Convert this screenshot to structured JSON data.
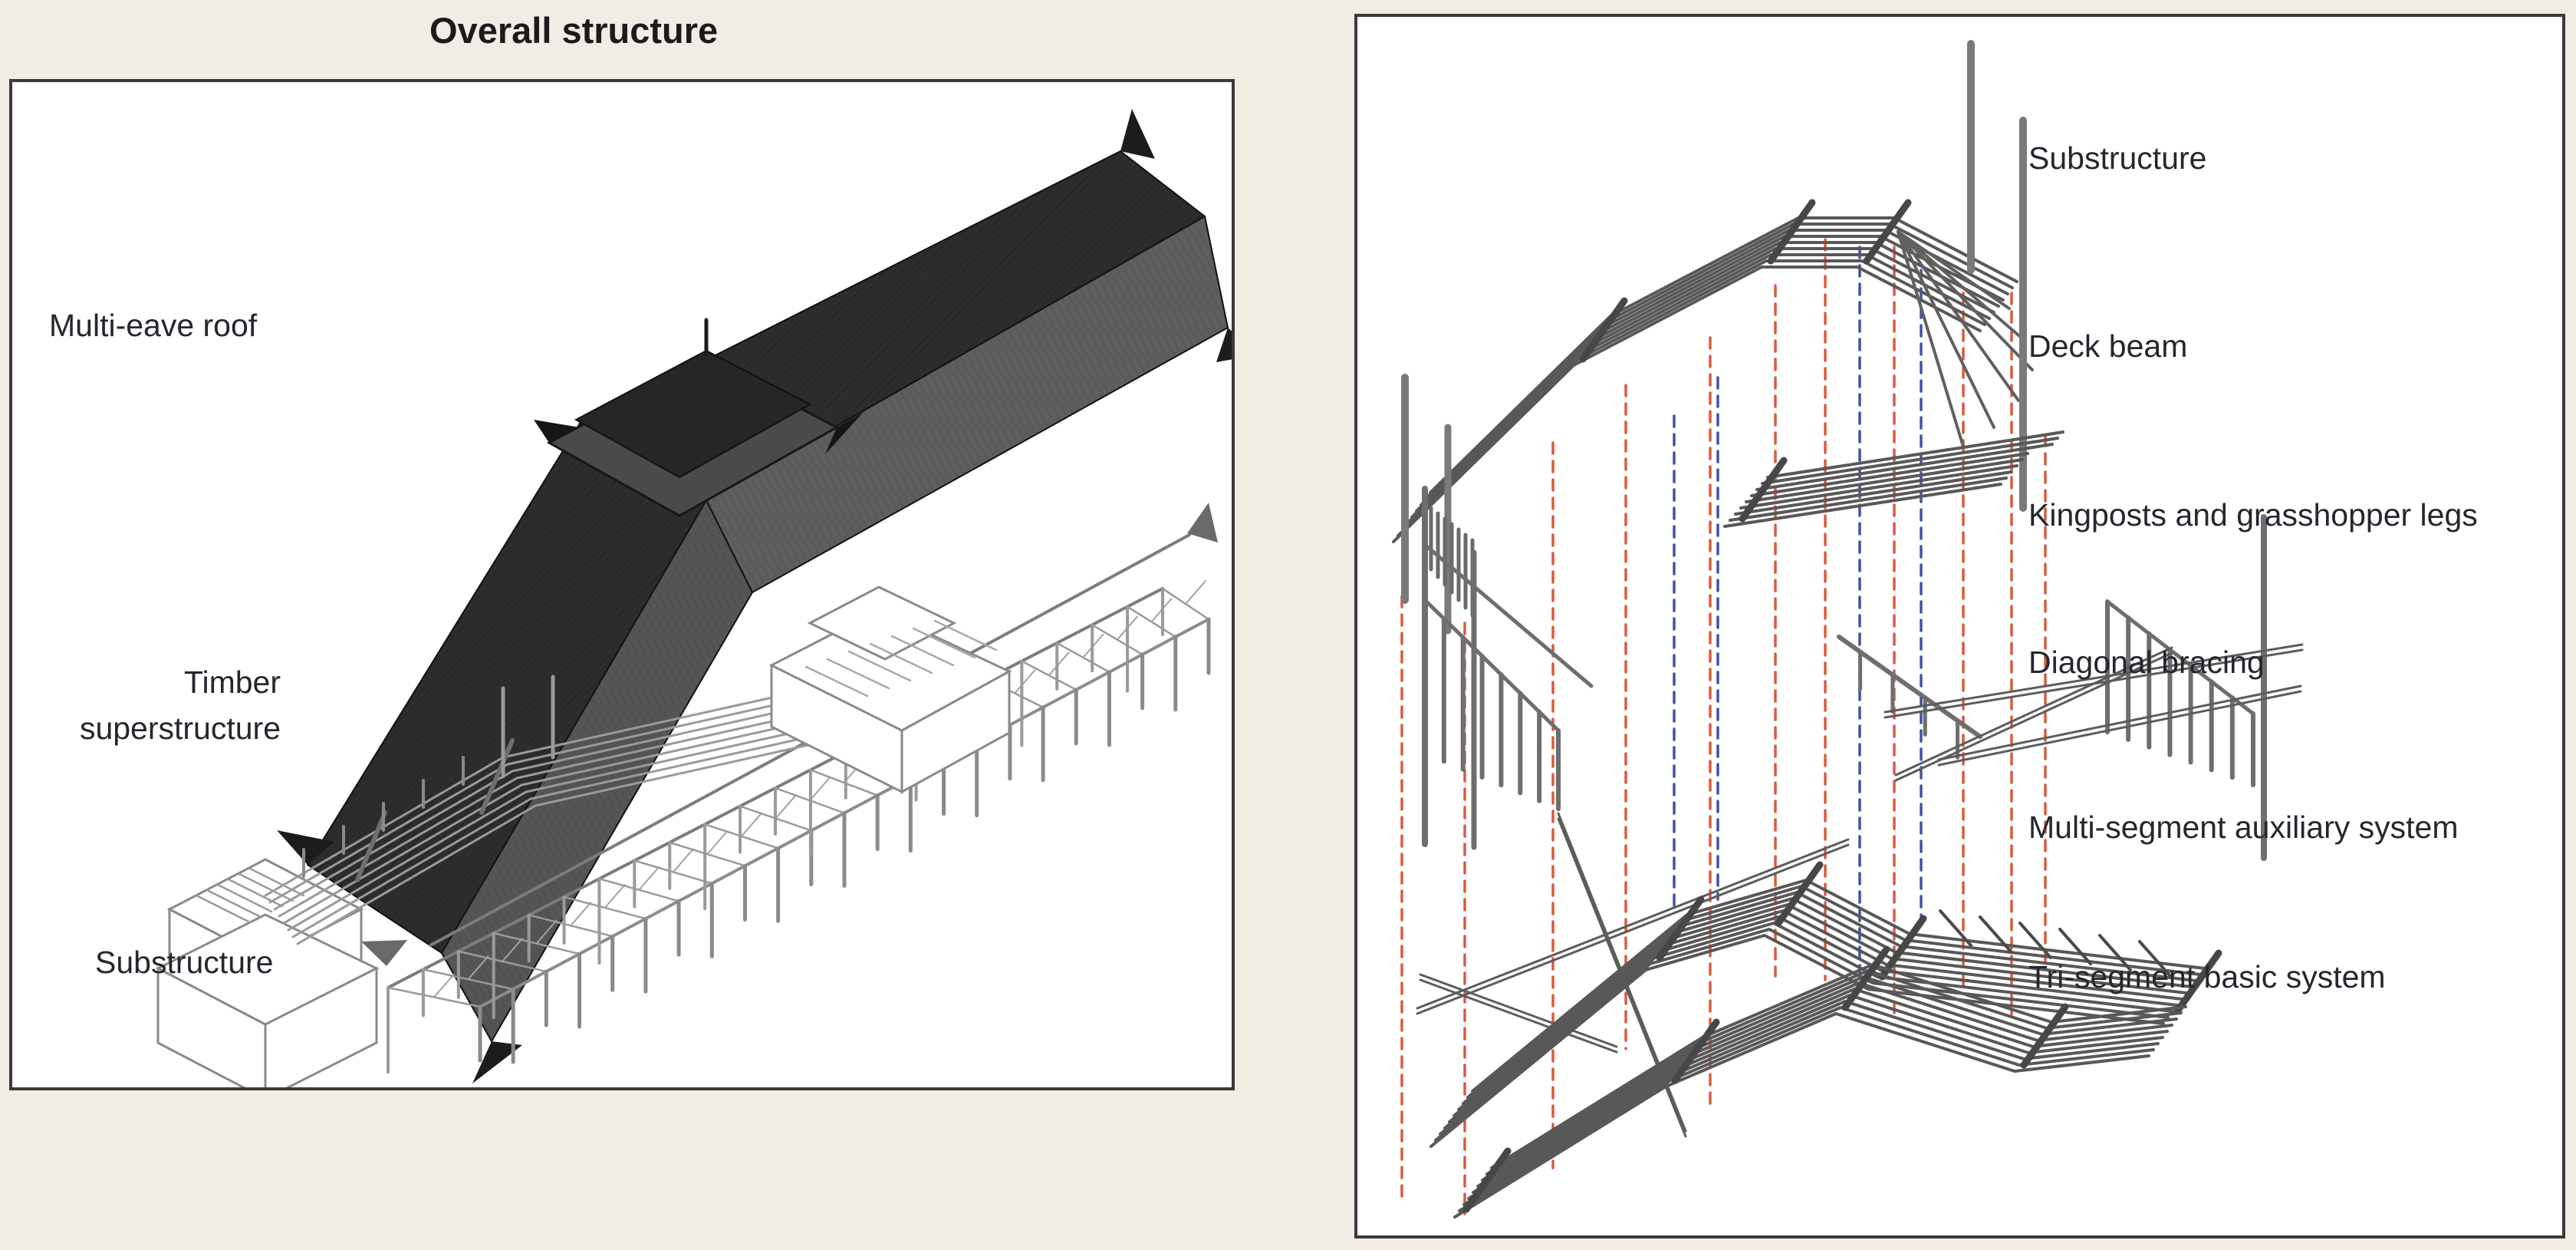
{
  "page": {
    "background_color": "#f1ede4",
    "panel_border_color": "#3a3a3a",
    "panel_background": "#ffffff"
  },
  "left_panel": {
    "title": "Overall structure",
    "label_roof": "Multi-eave roof",
    "label_super_line1": "Timber",
    "label_super_line2": "superstructure",
    "label_sub": "Substructure",
    "figures": [
      "multi-eave-roof-drawing",
      "timber-superstructure-drawing",
      "substructure-drawing"
    ]
  },
  "right_panel": {
    "labels": [
      "Substructure",
      "Deck beam",
      "Kingposts and grasshopper legs",
      "Diagonal bracing",
      "Multi-segment auxiliary system",
      "Tri-segment basic system"
    ],
    "figures": [
      "substructure-layer-drawing",
      "deck-beam-drawing",
      "kingposts-grasshopper-legs-drawing",
      "diagonal-bracing-drawing",
      "multi-segment-auxiliary-drawing",
      "tri-segment-basic-drawing"
    ]
  },
  "colors": {
    "red_dash": "#d95b3e",
    "blue_dash": "#4053a3",
    "line_art_gray": "#6e6e6e",
    "line_art_dark": "#474747",
    "line_art_light": "#9a9a9a",
    "roof_dark": "#2d2d2d",
    "roof_mid": "#555555",
    "label_text": "#26262e",
    "title_text": "#1b1b1b"
  }
}
